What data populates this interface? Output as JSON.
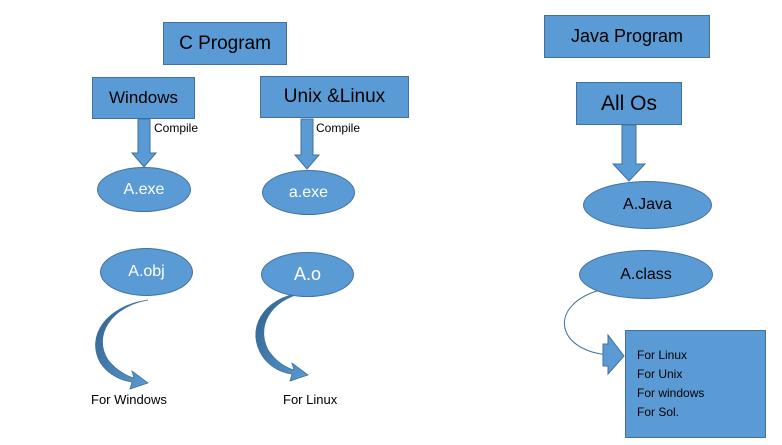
{
  "c_program": {
    "title": "C Program",
    "windows": {
      "label": "Windows",
      "compile": "Compile",
      "exe": "A.exe",
      "obj": "A.obj",
      "target": "For Windows"
    },
    "unix": {
      "label": "Unix &Linux",
      "compile": "Compile",
      "exe": "a.exe",
      "obj": "A.o",
      "target": "For Linux"
    }
  },
  "java_program": {
    "title": "Java Program",
    "platform": "All Os",
    "source": "A.Java",
    "bytecode": "A.class",
    "targets": [
      "For Linux",
      "For Unix",
      "For windows",
      "For Sol."
    ]
  },
  "colors": {
    "shape_fill": "#5b9bd5",
    "shape_border": "#41719c",
    "java_ellipse_text": "#000000",
    "c_ellipse_text": "#ffffff"
  }
}
